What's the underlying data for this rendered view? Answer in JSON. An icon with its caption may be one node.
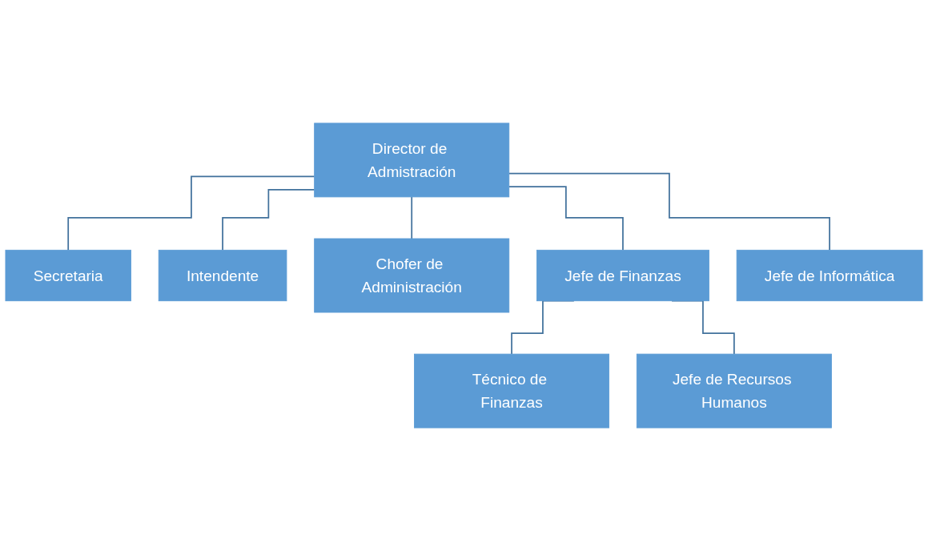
{
  "diagram": {
    "nodes": [
      {
        "text": [
          "Director de Admistración"
        ]
      },
      {
        "text": [
          "Secretaria"
        ]
      },
      {
        "text": [
          "Intendente"
        ]
      },
      {
        "text": [
          "Chofer de Administración"
        ]
      },
      {
        "text": [
          "Jefe de Finanzas"
        ]
      },
      {
        "text": [
          "Jefe de Informática"
        ]
      },
      {
        "text": [
          "Técnico de Finanzas"
        ]
      },
      {
        "text": [
          "Jefe de Recursos Humanos"
        ]
      }
    ],
    "edges": [
      {
        "from": 0,
        "to": 1,
        "arrow": "none"
      },
      {
        "from": 0,
        "to": 2,
        "arrow": "none"
      },
      {
        "from": 0,
        "to": 3,
        "arrow": "none"
      },
      {
        "from": 0,
        "to": 4,
        "arrow": "none"
      },
      {
        "from": 0,
        "to": 5,
        "arrow": "none"
      },
      {
        "from": 4,
        "to": 6,
        "arrow": "none"
      },
      {
        "from": 4,
        "to": 7,
        "arrow": "none"
      }
    ]
  }
}
